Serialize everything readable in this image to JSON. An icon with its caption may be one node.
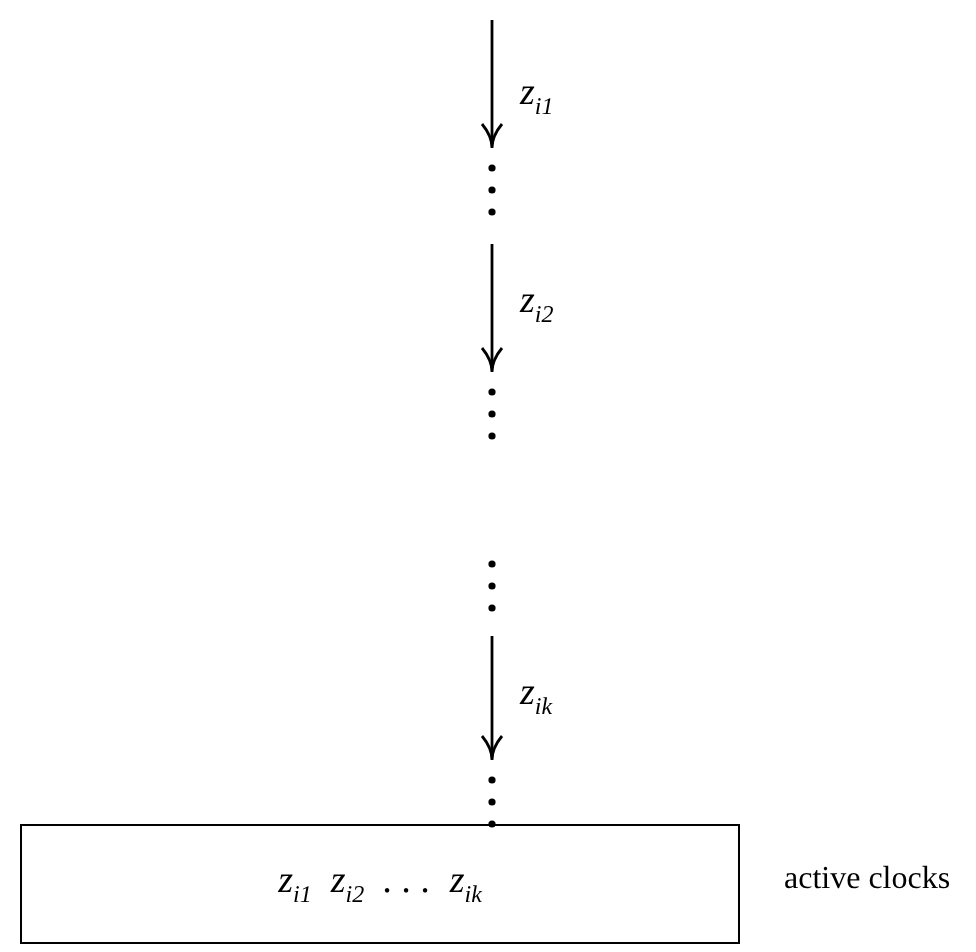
{
  "diagram": {
    "nodes": [
      {
        "text": [
          "z$_{i1}$  z$_{i2}$  . . .  z$_{ik}$"
        ],
        "beside": [
          "active clocks"
        ]
      }
    ],
    "edges": [],
    "labels": [
      "z$_{i1}$",
      "z$_{i2}$",
      "z$_{ik}$"
    ]
  }
}
